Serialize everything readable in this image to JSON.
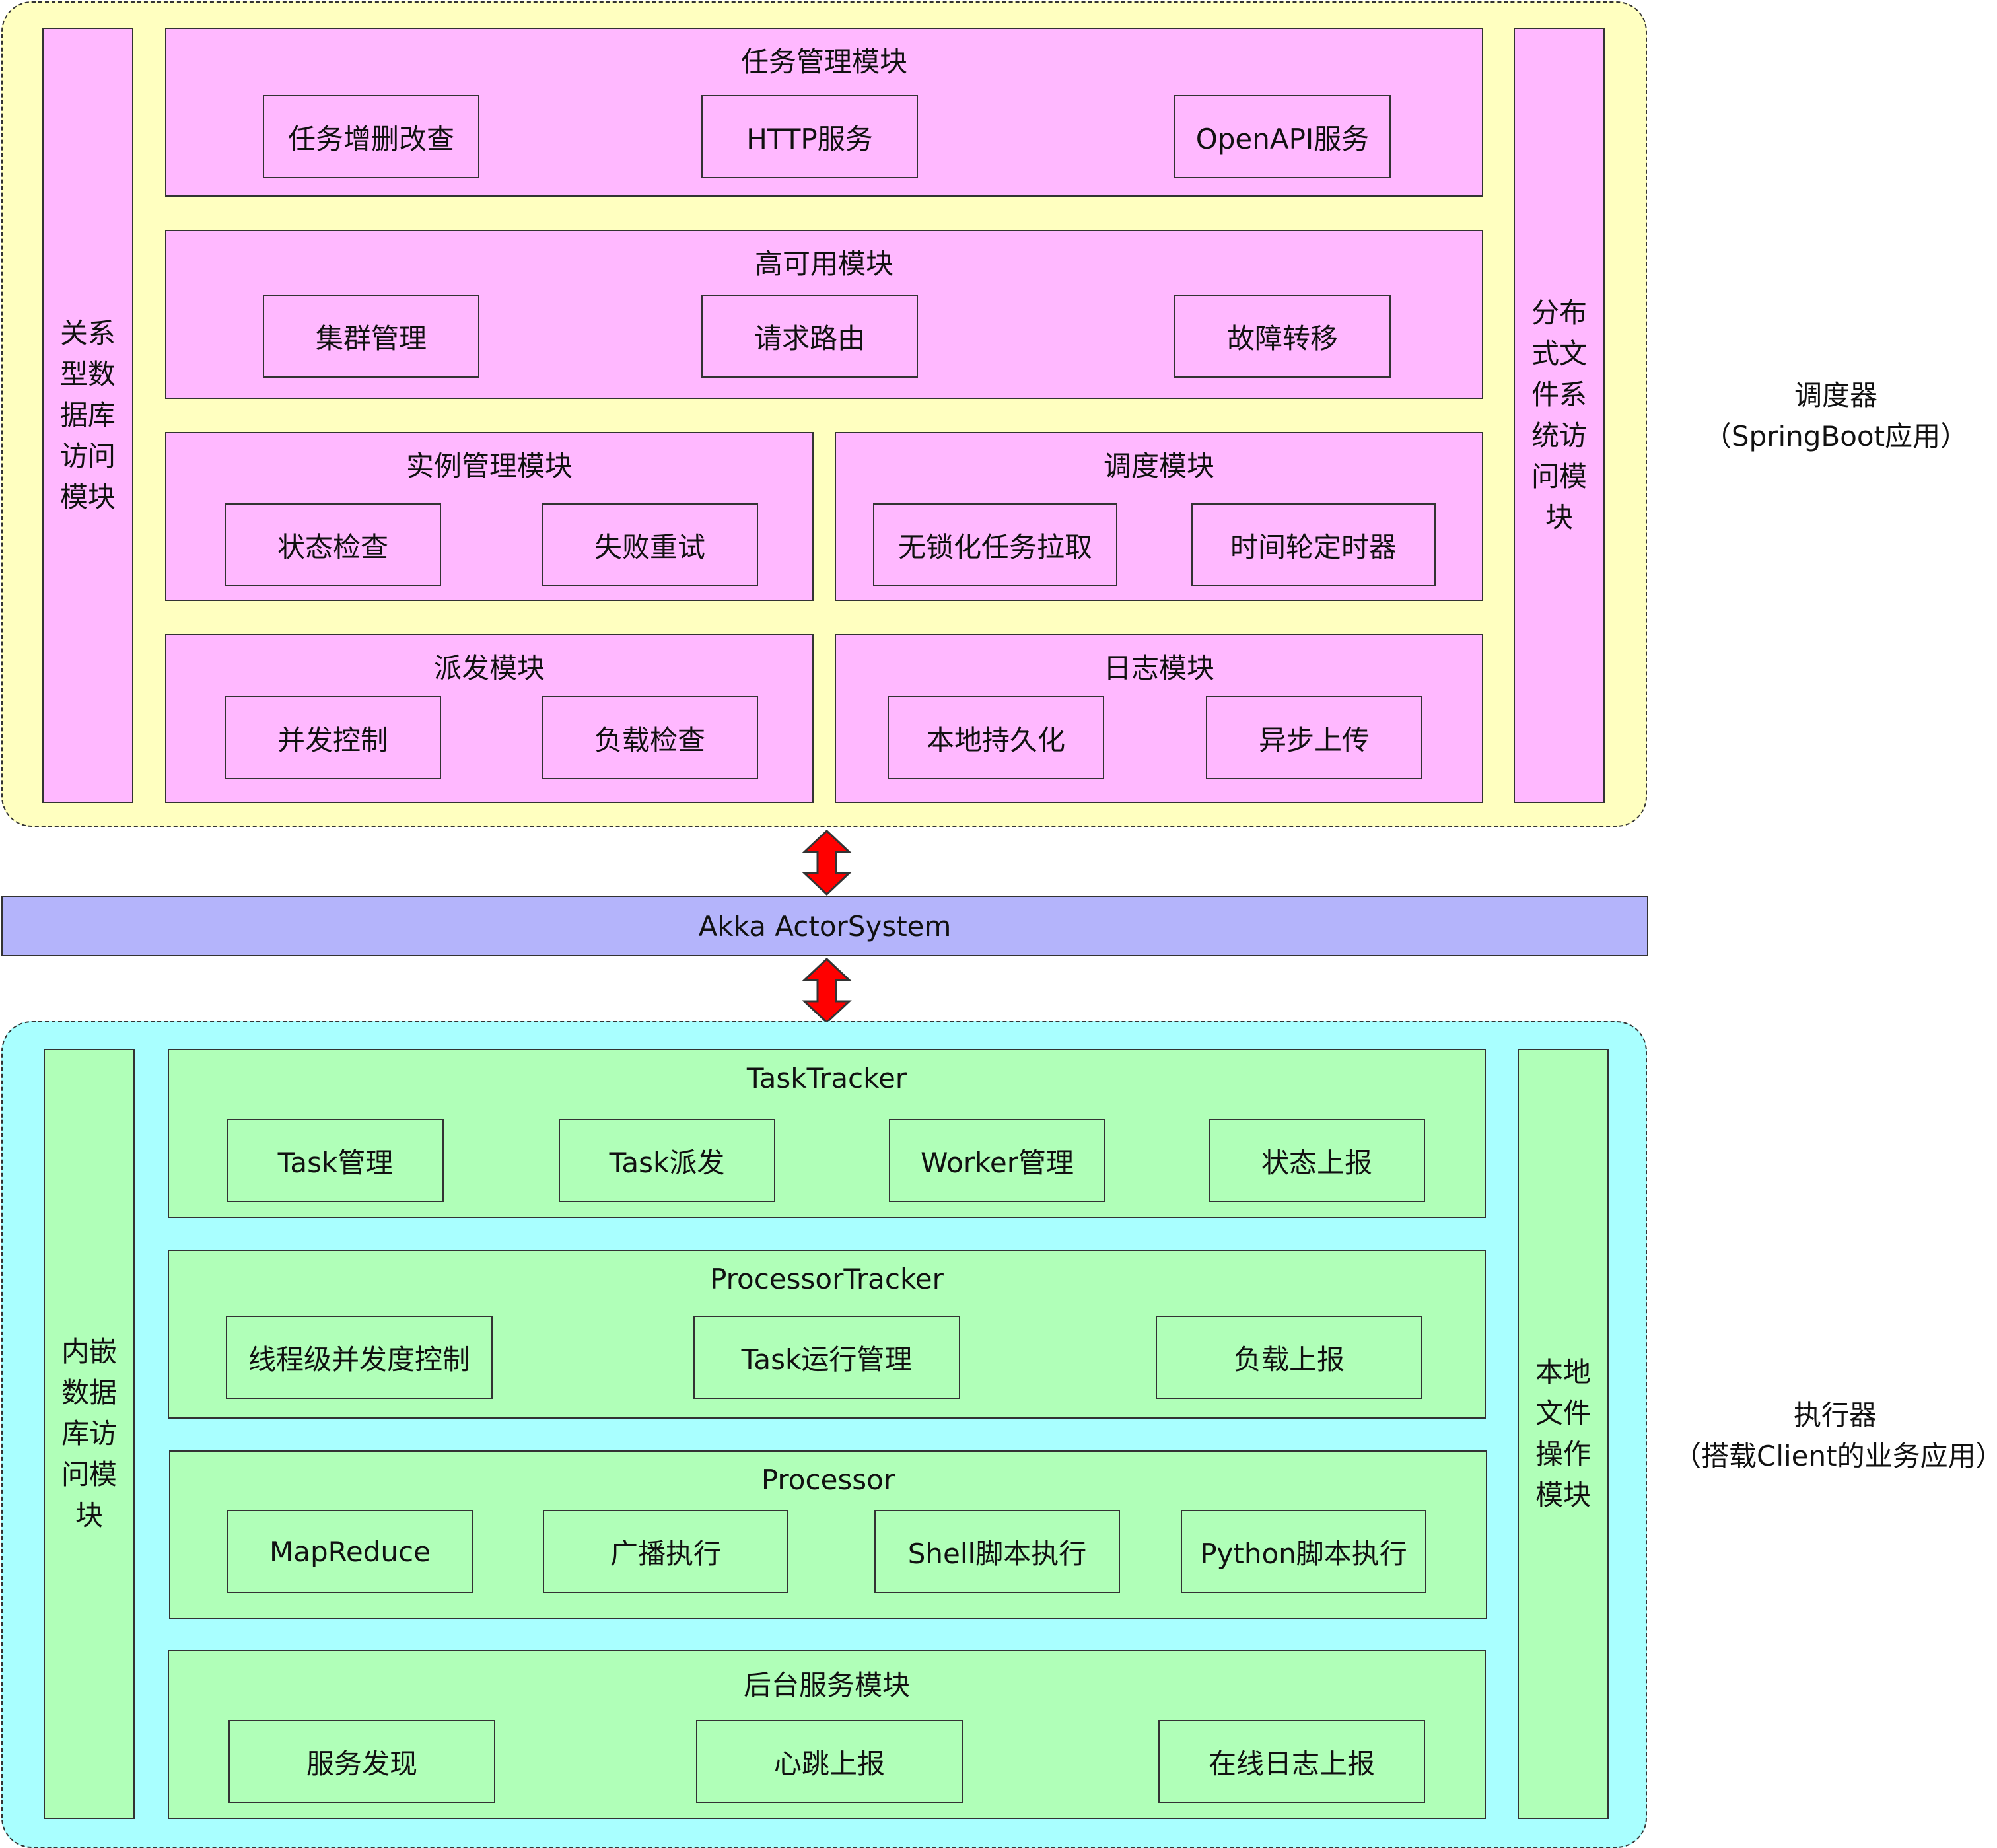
{
  "scheduler": {
    "caption_line1": "调度器",
    "caption_line2": "（SpringBoot应用）",
    "left_side": "关系型数据库访问模块",
    "right_side": "分布式文件系统访问模块",
    "task_module": {
      "title": "任务管理模块",
      "items": [
        "任务增删改查",
        "HTTP服务",
        "OpenAPI服务"
      ]
    },
    "ha_module": {
      "title": "高可用模块",
      "items": [
        "集群管理",
        "请求路由",
        "故障转移"
      ]
    },
    "instance_module": {
      "title": "实例管理模块",
      "items": [
        "状态检查",
        "失败重试"
      ]
    },
    "schedule_module": {
      "title": "调度模块",
      "items": [
        "无锁化任务拉取",
        "时间轮定时器"
      ]
    },
    "dispatch_module": {
      "title": "派发模块",
      "items": [
        "并发控制",
        "负载检查"
      ]
    },
    "log_module": {
      "title": "日志模块",
      "items": [
        "本地持久化",
        "异步上传"
      ]
    }
  },
  "akka": {
    "label": "Akka ActorSystem"
  },
  "worker": {
    "caption_line1": "执行器",
    "caption_line2": "（搭载Client的业务应用）",
    "left_side": "内嵌数据库访问模块",
    "right_side": "本地文件操作模块",
    "task_tracker": {
      "title": "TaskTracker",
      "items": [
        "Task管理",
        "Task派发",
        "Worker管理",
        "状态上报"
      ]
    },
    "processor_tracker": {
      "title": "ProcessorTracker",
      "items": [
        "线程级并发度控制",
        "Task运行管理",
        "负载上报"
      ]
    },
    "processor": {
      "title": "Processor",
      "items": [
        "MapReduce",
        "广播执行",
        "Shell脚本执行",
        "Python脚本执行"
      ]
    },
    "background": {
      "title": "后台服务模块",
      "items": [
        "服务发现",
        "心跳上报",
        "在线日志上报"
      ]
    }
  },
  "colors": {
    "scheduler_bg": "#ffffc0",
    "worker_bg": "#a9ffff",
    "server_module": "#ffb8ff",
    "worker_module": "#b0ffb8",
    "akka_bar": "#b4b4fb",
    "arrow": "#ff0000"
  },
  "icons": {
    "connector": "double-arrow-vertical"
  }
}
